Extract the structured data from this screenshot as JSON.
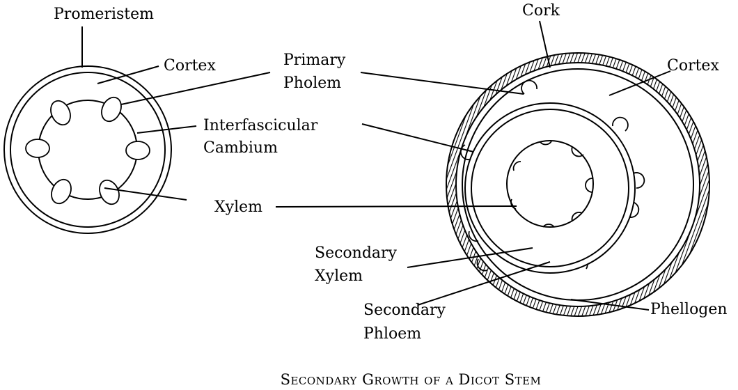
{
  "caption": "Secondary Growth of a Dicot Stem",
  "labels": {
    "promeristem": "Promeristem",
    "cortex_left": "Cortex",
    "primary_phloem_1": "Primary",
    "primary_phloem_2": "Pholem",
    "interfascicular_1": "Interfascicular",
    "interfascicular_2": "Cambium",
    "xylem": "Xylem",
    "cork": "Cork",
    "cortex_right": "Cortex",
    "secondary_xylem_1": "Secondary",
    "secondary_xylem_2": "Xylem",
    "secondary_phloem_1": "Secondary",
    "secondary_phloem_2": "Phloem",
    "phellogen": "Phellogen"
  }
}
